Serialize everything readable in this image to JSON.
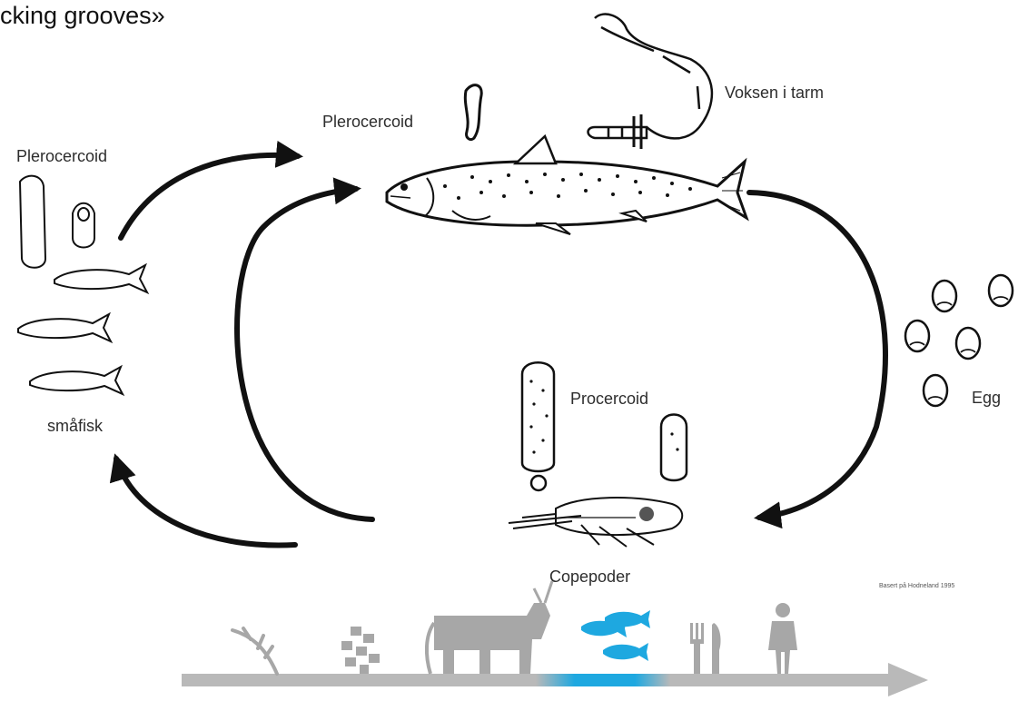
{
  "top_fragment": "cking grooves»",
  "labels": {
    "plerocercoid_fish": "Plerocercoid",
    "plerocercoid_small": "Plerocercoid",
    "adult": "Voksen i tarm",
    "egg": "Egg",
    "procercoid": "Procercoid",
    "copepod": "Copepoder",
    "small_fish": "småfisk",
    "credit": "Basert på Hodneland 1995"
  },
  "colors": {
    "ink": "#111111",
    "grey_icon": "#a7a7a7",
    "highlight": "#1ea8e0",
    "bar": "#b9b9b9"
  },
  "trophic_icons": [
    "grass-icon",
    "algae-icon",
    "cow-icon",
    "fish-icon",
    "cutlery-icon",
    "human-icon"
  ]
}
